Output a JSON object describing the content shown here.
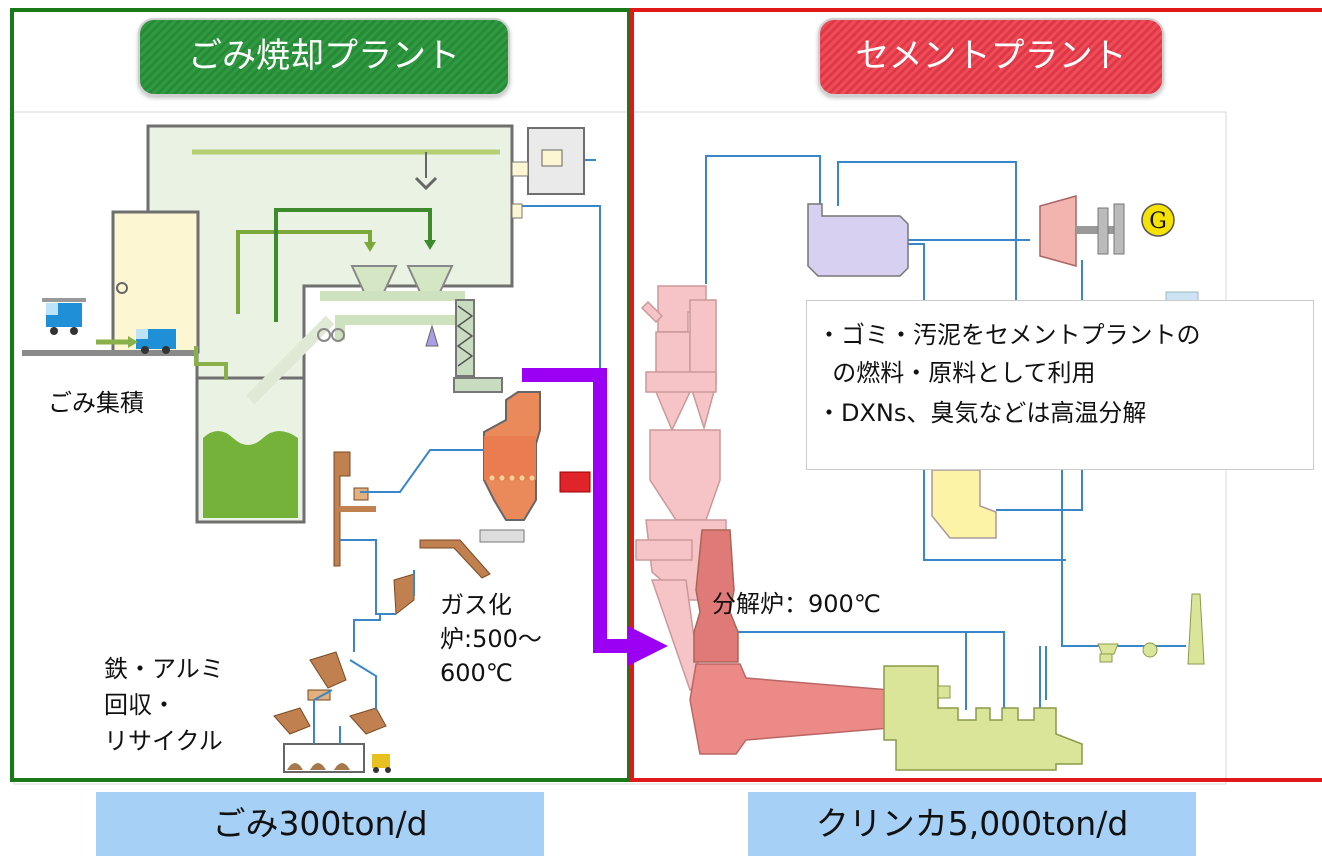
{
  "left": {
    "title": "ごみ焼却プラント",
    "label_collection": "ごみ集積",
    "label_gasifier_1": "ガス化",
    "label_gasifier_2": "炉:500～",
    "label_gasifier_3": "600℃",
    "label_recycle_1": "鉄・アルミ",
    "label_recycle_2": "回収・",
    "label_recycle_3": "リサイクル",
    "capacity": "ごみ300ton/d",
    "frame_color": "#1a7a1a"
  },
  "right": {
    "title": "セメントプラント",
    "label_calciner": "分解炉：900℃",
    "generator_label": "G",
    "notes": [
      "・ゴミ・汚泥をセメントプラントの",
      "  の燃料・原料として利用",
      "・DXNs、臭気などは高温分解"
    ],
    "capacity": "クリンカ5,000ton/d",
    "frame_color": "#e01818"
  },
  "colors": {
    "arrow": "#9b00f5",
    "pipe": "#3a86c8",
    "kiln": "#e67a78",
    "caption_bg": "#a7d0f7"
  }
}
